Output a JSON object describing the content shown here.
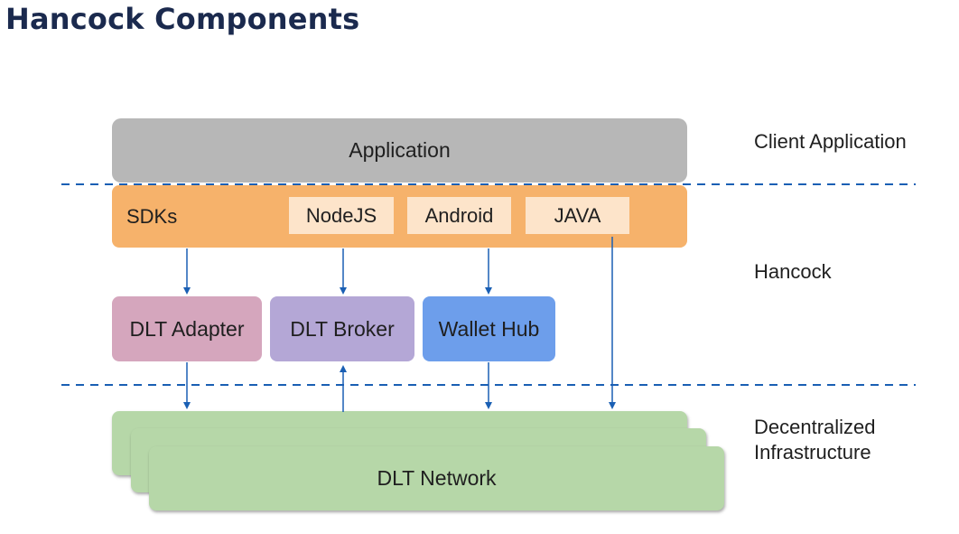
{
  "title": "Hancock Components",
  "boxes": {
    "application": "Application",
    "sdks": "SDKs",
    "nodejs": "NodeJS",
    "android": "Android",
    "java": "JAVA",
    "dlt_adapter": "DLT Adapter",
    "dlt_broker": "DLT Broker",
    "wallet_hub": "Wallet Hub",
    "dlt_network": "DLT Network"
  },
  "layers": {
    "client": "Client Application",
    "hancock": "Hancock",
    "decentralized_line1": "Decentralized",
    "decentralized_line2": "Infrastructure"
  },
  "colors": {
    "application": "#b7b7b7",
    "sdks": "#f6b26b",
    "sdk_chip": "#fde4ca",
    "dlt_adapter": "#d5a6bd",
    "dlt_broker": "#b4a7d6",
    "wallet_hub": "#6d9eeb",
    "dlt_network": "#b6d7a8",
    "arrows": "#1a5fb4",
    "title": "#1b2a4e"
  }
}
